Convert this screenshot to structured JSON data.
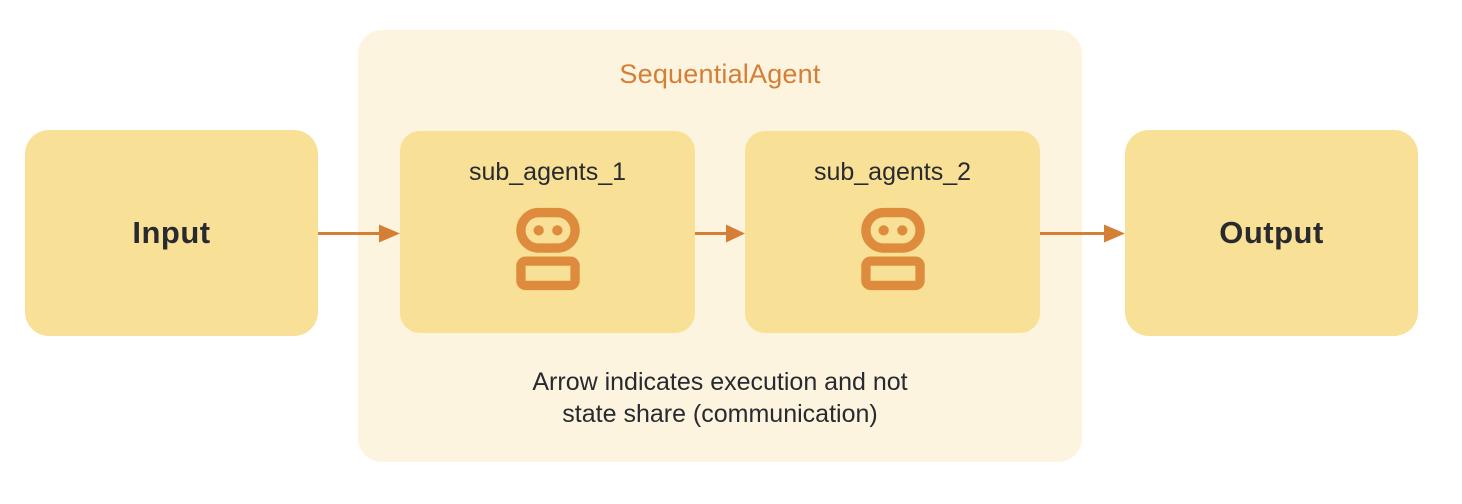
{
  "diagram": {
    "title": "SequentialAgent",
    "input_label": "Input",
    "output_label": "Output",
    "sub_agents": [
      {
        "label": "sub_agents_1",
        "icon": "robot-icon"
      },
      {
        "label": "sub_agents_2",
        "icon": "robot-icon"
      }
    ],
    "caption_line1": "Arrow indicates execution and not",
    "caption_line2": "state share (communication)",
    "arrows": [
      {
        "name": "arrow-input-to-sub1",
        "from": "Input",
        "to": "sub_agents_1"
      },
      {
        "name": "arrow-sub1-to-sub2",
        "from": "sub_agents_1",
        "to": "sub_agents_2"
      },
      {
        "name": "arrow-sub2-to-output",
        "from": "sub_agents_2",
        "to": "Output"
      }
    ],
    "colors": {
      "box_fill": "#F8E096",
      "container_fill": "#FCF4DE",
      "orange": "#D57E36",
      "icon_orange": "#DE8B3E",
      "text_dark": "#282A30"
    }
  }
}
